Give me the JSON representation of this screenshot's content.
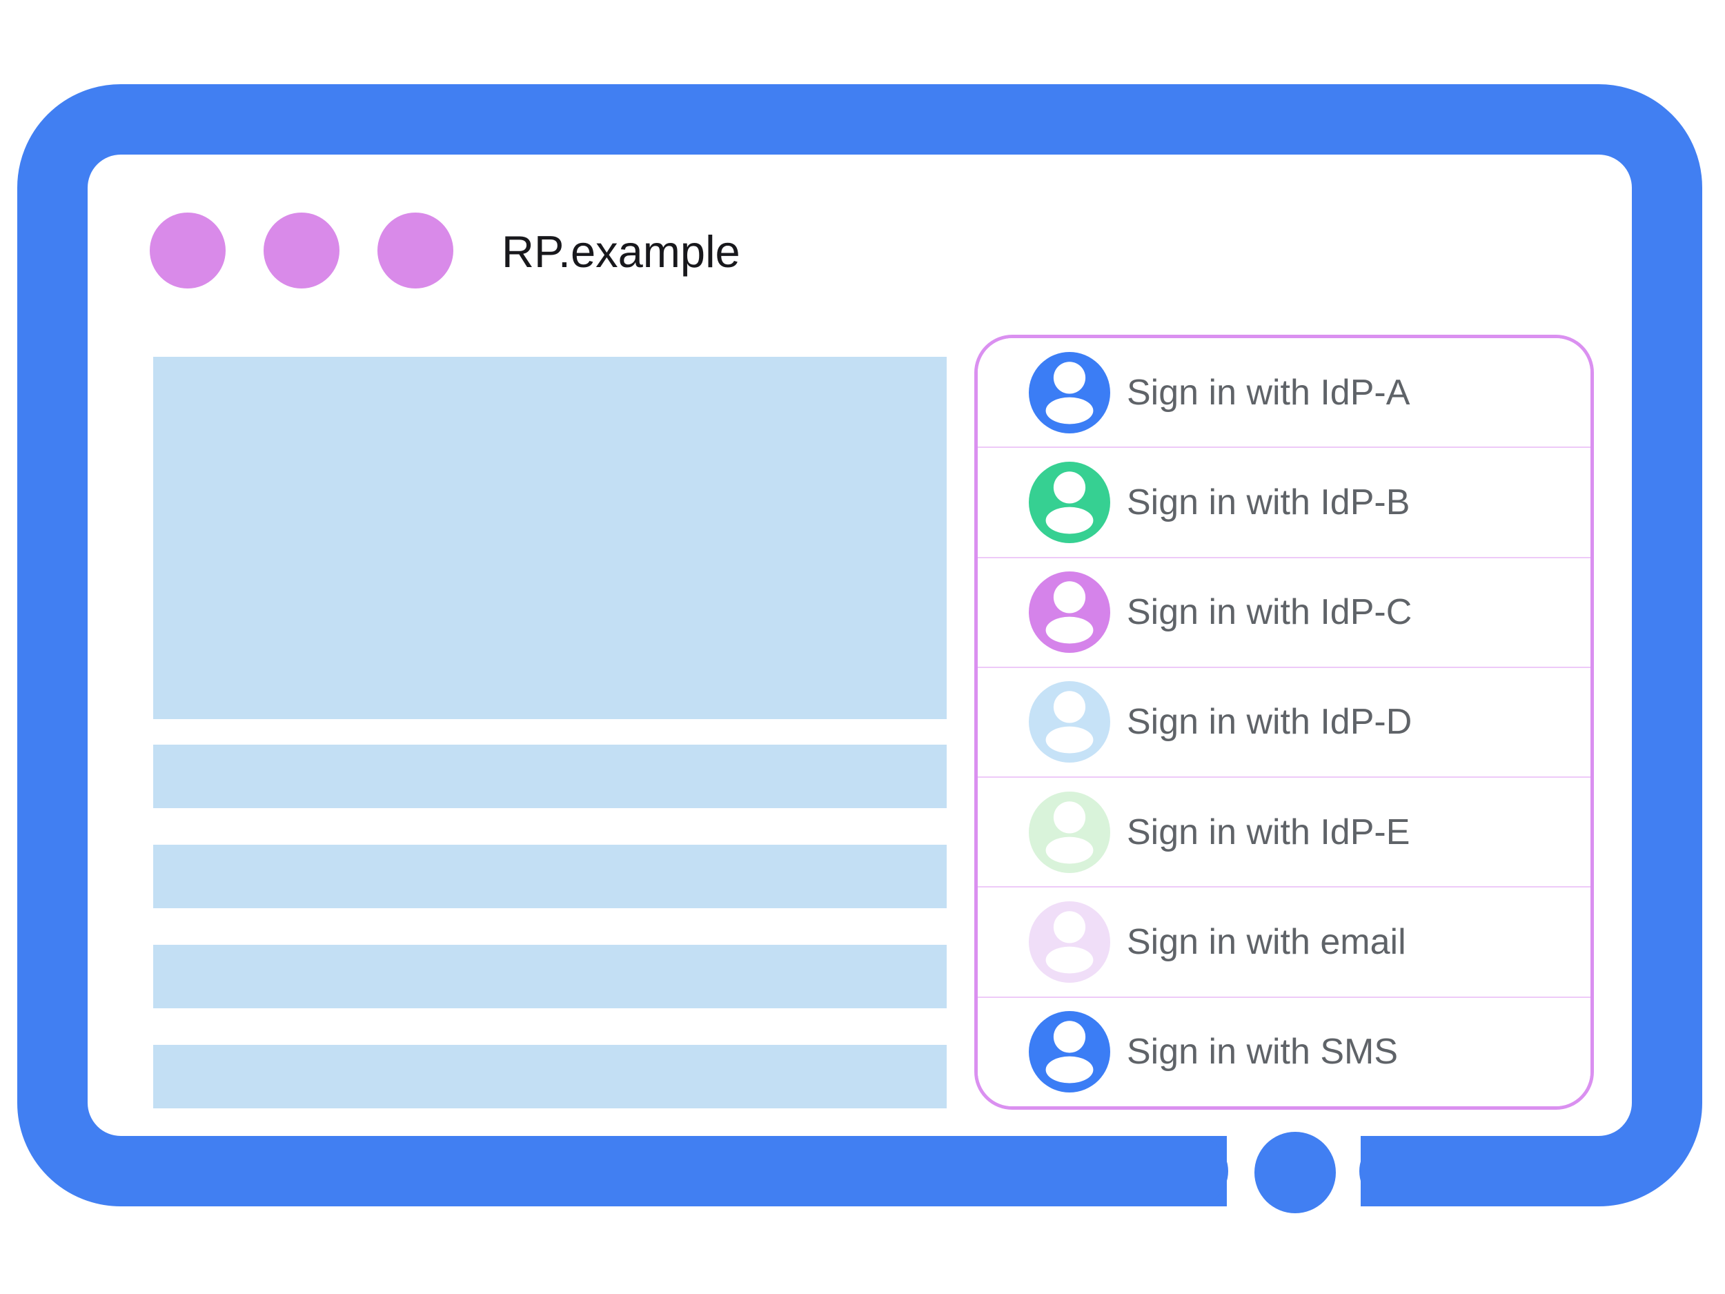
{
  "colors": {
    "canvas_white": "#ffffff",
    "frame_blue": "#417ff2",
    "placeholder_blue": "#c3dff4",
    "dot_purple": "#d98ae9",
    "panel_border": "#da90f0",
    "panel_divider": "#eecaf8",
    "label_gray": "#5f6368",
    "title_black": "#18181c"
  },
  "browser": {
    "title": "RP.example",
    "window_dot_count": 3
  },
  "skeleton": {
    "hero_block": "content-image-placeholder",
    "bar_count": 4,
    "bar_tops": [
      1079,
      1224,
      1369,
      1514
    ]
  },
  "sign_in_panel": {
    "items": [
      {
        "id": "idp-a",
        "label": "Sign in with IdP-A",
        "avatar_color": "#3b7df5"
      },
      {
        "id": "idp-b",
        "label": "Sign in with IdP-B",
        "avatar_color": "#36d092"
      },
      {
        "id": "idp-c",
        "label": "Sign in with IdP-C",
        "avatar_color": "#d583ea"
      },
      {
        "id": "idp-d",
        "label": "Sign in with IdP-D",
        "avatar_color": "#c6e2f7"
      },
      {
        "id": "idp-e",
        "label": "Sign in with IdP-E",
        "avatar_color": "#d9f3da"
      },
      {
        "id": "email",
        "label": "Sign in with email",
        "avatar_color": "#f0def8"
      },
      {
        "id": "sms",
        "label": "Sign in with SMS",
        "avatar_color": "#3b7df5"
      }
    ]
  }
}
